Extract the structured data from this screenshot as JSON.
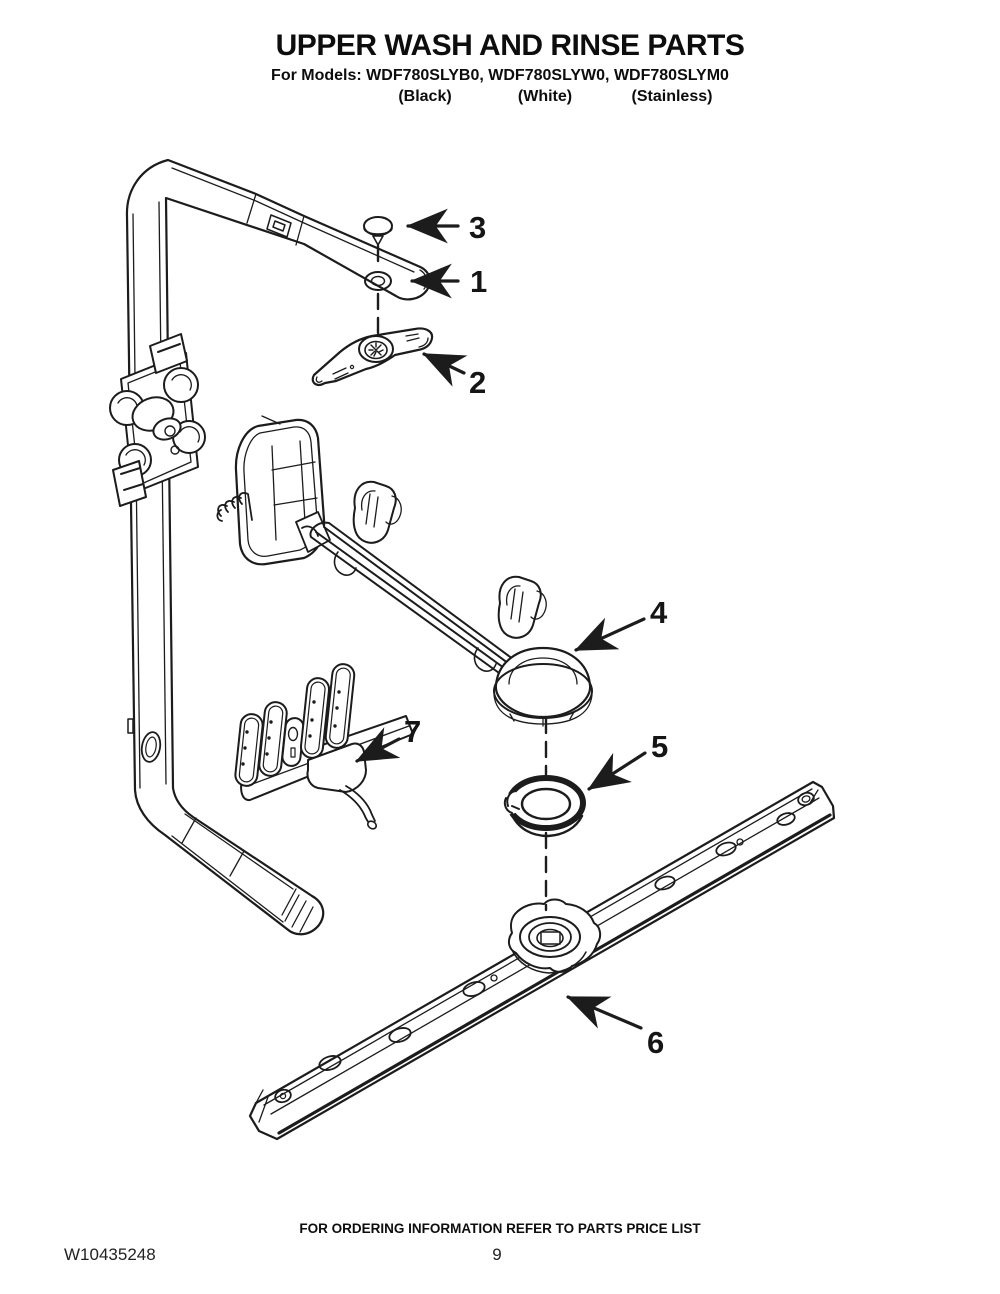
{
  "header": {
    "title": "UPPER WASH AND RINSE PARTS",
    "models_line": "For Models: WDF780SLYB0, WDF780SLYW0, WDF780SLYM0",
    "finishes": [
      "(Black)",
      "(White)",
      "(Stainless)"
    ]
  },
  "diagram": {
    "callouts": [
      {
        "number": "1"
      },
      {
        "number": "2"
      },
      {
        "number": "3"
      },
      {
        "number": "4"
      },
      {
        "number": "5"
      },
      {
        "number": "6"
      },
      {
        "number": "7"
      }
    ]
  },
  "footer": {
    "ordering_note": "FOR ORDERING INFORMATION REFER TO PARTS PRICE LIST",
    "document_number": "W10435248",
    "page_number": "9"
  },
  "colors": {
    "ink": "#1c1c1c",
    "background": "#ffffff"
  }
}
